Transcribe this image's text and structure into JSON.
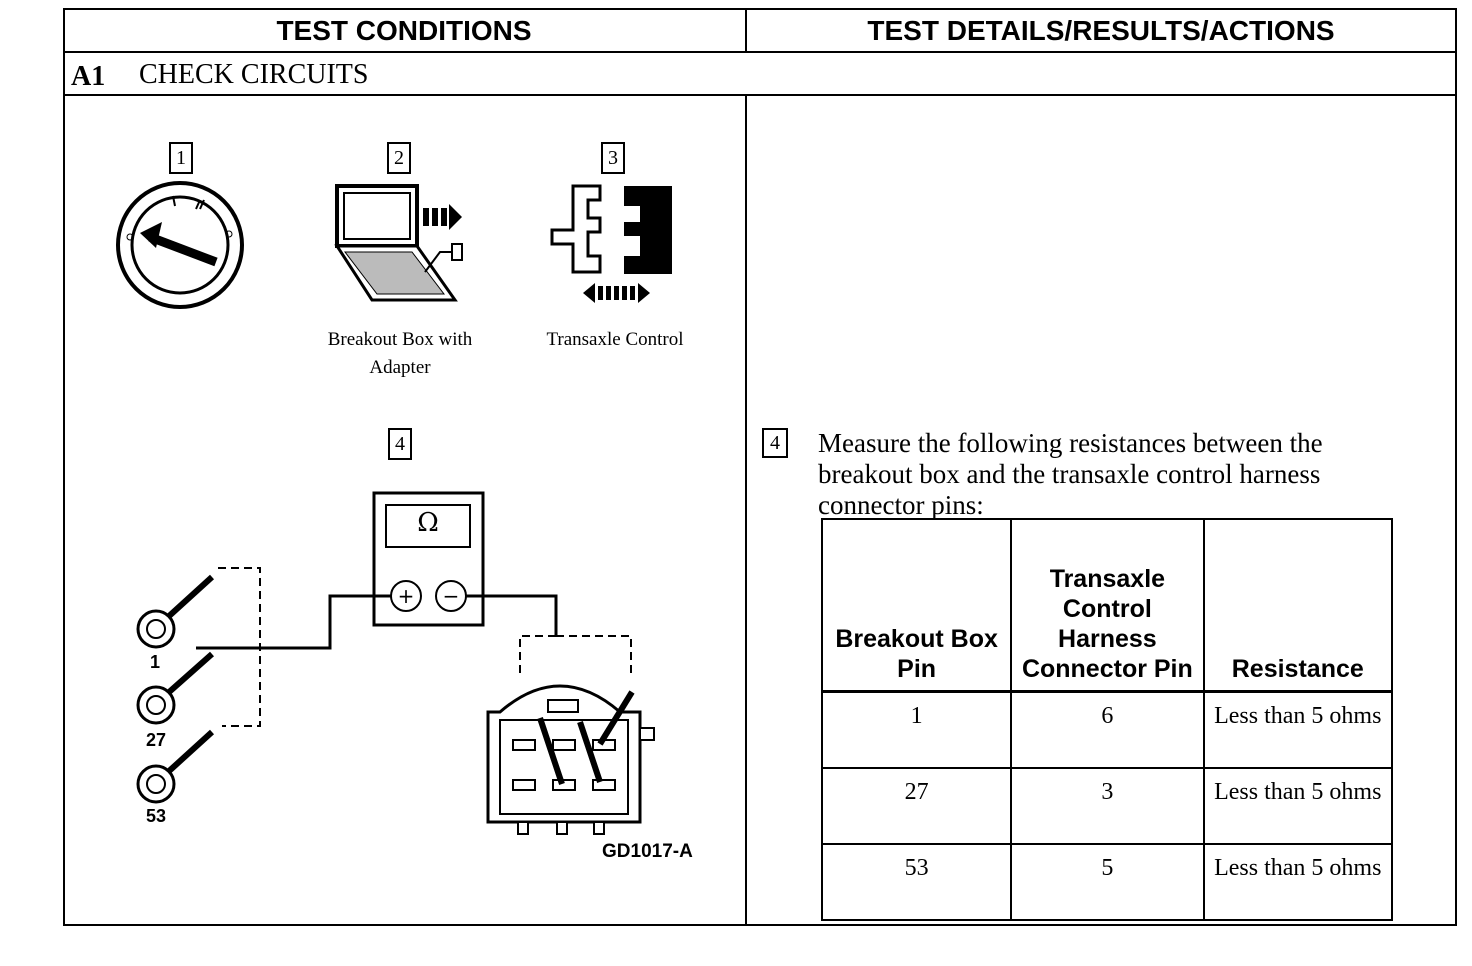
{
  "header": {
    "left": "TEST CONDITIONS",
    "right": "TEST DETAILS/RESULTS/ACTIONS"
  },
  "step": {
    "id": "A1",
    "title": "CHECK CIRCUITS"
  },
  "figures": {
    "labels": [
      "1",
      "2",
      "3",
      "4"
    ],
    "breakout_caption_line1": "Breakout Box with",
    "breakout_caption_line2": "Adapter",
    "transaxle_caption": "Transaxle Control",
    "ohm_symbol": "Ω",
    "plus": "+",
    "minus": "−",
    "pins": [
      "1",
      "27",
      "53"
    ],
    "figure_id": "GD1017-A"
  },
  "details": {
    "step_number": "4",
    "instruction": "Measure the following resistances between the breakout box and the transaxle control harness connector pins:",
    "table": {
      "headers": [
        "Breakout Box Pin",
        "Transaxle Control Harness Connector Pin",
        "Resistance"
      ],
      "rows": [
        [
          "1",
          "6",
          "Less than 5 ohms"
        ],
        [
          "27",
          "3",
          "Less than 5 ohms"
        ],
        [
          "53",
          "5",
          "Less than 5 ohms"
        ]
      ]
    }
  }
}
